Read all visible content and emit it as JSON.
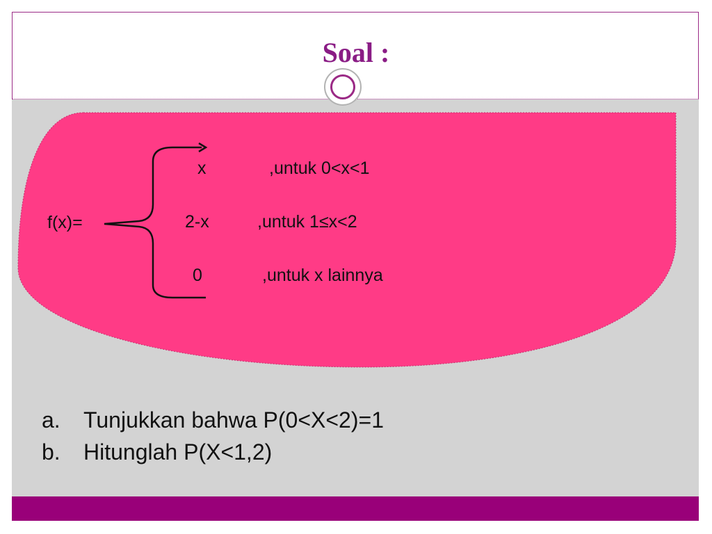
{
  "slide": {
    "title": "Soal :",
    "colors": {
      "accent": "#990079",
      "title": "#8a1c85",
      "shape": "#ff3b86",
      "content_bg": "#d3d3d3"
    },
    "function_label": "f(x)=",
    "cases": [
      {
        "expr": "x",
        "condition": ",untuk 0<x<1"
      },
      {
        "expr": "2-x",
        "condition": ",untuk 1≤x<2"
      },
      {
        "expr": "0",
        "condition": ",untuk x lainnya"
      }
    ],
    "questions": [
      {
        "marker": "a.",
        "text": "Tunjukkan bahwa P(0<X<2)=1"
      },
      {
        "marker": "b.",
        "text": "Hitunglah P(X<1,2)"
      }
    ]
  }
}
